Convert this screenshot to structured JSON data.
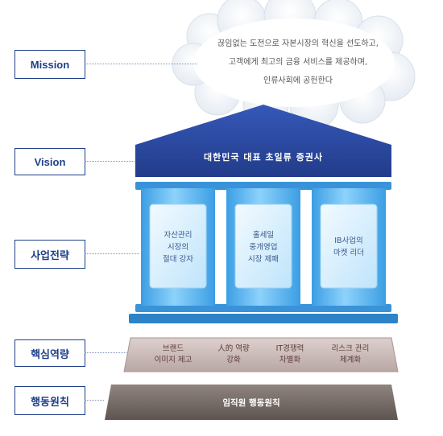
{
  "labels": {
    "mission": "Mission",
    "vision": "Vision",
    "strategy": "사업전략",
    "competency": "핵심역량",
    "principle": "행동원칙"
  },
  "mission_lines": [
    "끊임없는 도전으로 자본시장의 혁신을 선도하고,",
    "고객에게 최고의 금융 서비스를 제공하며,",
    "인류사회에 공헌한다"
  ],
  "vision_text": "대한민국 대표 초일류 증권사",
  "strategies": [
    [
      "자산관리",
      "시장의",
      "절대 강자"
    ],
    [
      "홀세일",
      "중개영업",
      "시장 제패"
    ],
    [
      "IB사업의",
      "마켓 리더"
    ]
  ],
  "competencies": [
    [
      "브랜드",
      "이미지 제고"
    ],
    [
      "人的 역량",
      "강화"
    ],
    [
      "IT경쟁력",
      "차별화"
    ],
    [
      "리스크 관리",
      "체계화"
    ]
  ],
  "principle_text": "임직원 행동원칙",
  "colors": {
    "label_border": "#1f3f8a",
    "roof": "#2c4aa0",
    "column": "#4aa8e8",
    "competency_band": "#c9b8b6",
    "base": "#7a6e6a"
  }
}
